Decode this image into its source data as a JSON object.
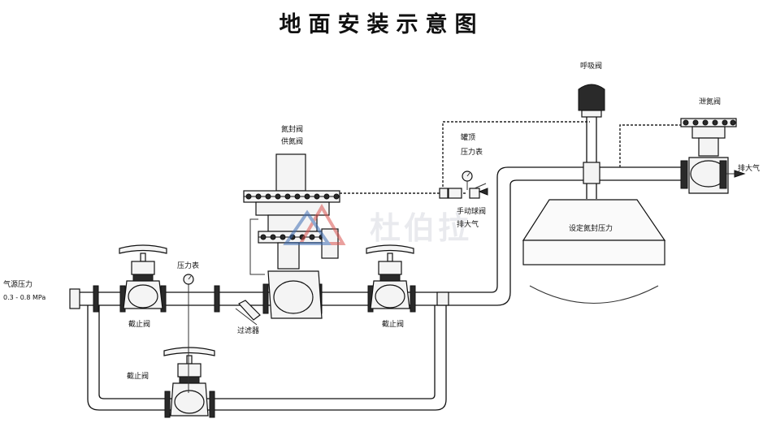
{
  "title": "地面安装示意图",
  "labels": {
    "gas_source_line1": "气源压力",
    "gas_source_line2": "0.3 - 0.8 MPa",
    "pressure_gauge_left": "压力表",
    "filter": "过滤器",
    "stop_valve_left": "截止阀",
    "stop_valve_mid": "截止阀",
    "stop_valve_bottom": "截止阀",
    "nitrogen_seal_valve_line1": "氮封阀",
    "nitrogen_seal_valve_line2": "供氮阀",
    "tank_top_line1": "罐顶",
    "tank_top_line2": "压力表",
    "manual_ball_valve_line1": "手动球阀",
    "manual_ball_valve_line2": "排大气",
    "breather_valve": "呼吸阀",
    "relief_valve": "泄氮阀",
    "vent_to_atmosphere": "排大气",
    "set_seal_pressure": "设定氮封压力"
  },
  "watermark": "杜伯拉",
  "colors": {
    "line": "#111111",
    "watermark_red": "#d9534f",
    "watermark_blue": "#3f6fb5"
  }
}
